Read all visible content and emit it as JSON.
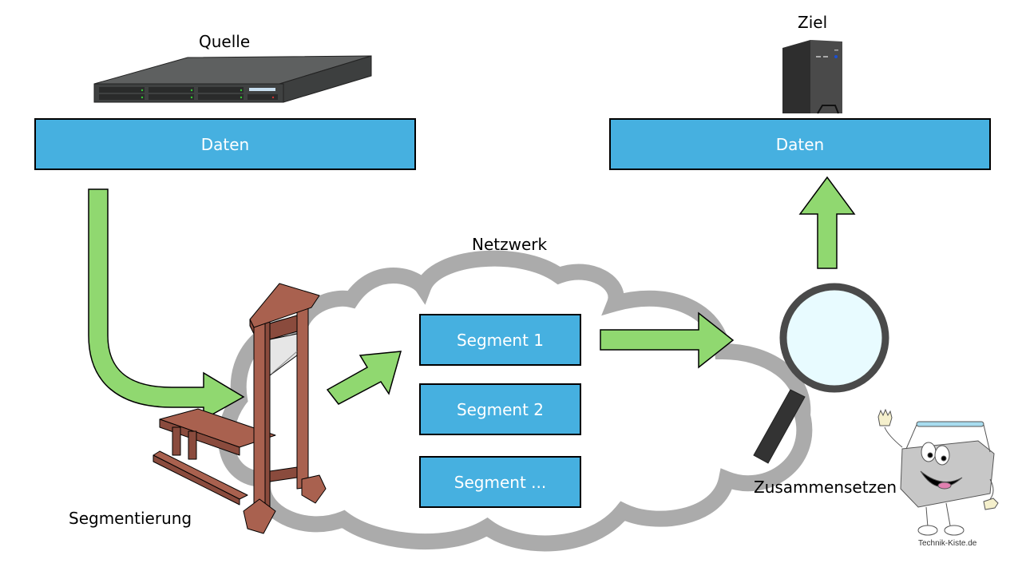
{
  "source": {
    "label": "Quelle",
    "data_box": "Daten",
    "device_icon": "server-icon"
  },
  "target": {
    "label": "Ziel",
    "data_box": "Daten",
    "device_icon": "desktop-tower-icon"
  },
  "network": {
    "label": "Netzwerk",
    "segments": [
      "Segment 1",
      "Segment 2",
      "Segment ..."
    ]
  },
  "steps": {
    "segmentation": "Segmentierung",
    "reassembly": "Zusammensetzen"
  },
  "watermark": "Technik-Kiste.de",
  "colors": {
    "data_box": "#46b0e0",
    "arrow": "#90d870",
    "cloud": "#a6a6a6",
    "guillotine": "#a9614f",
    "lens": "#e8fbff"
  }
}
